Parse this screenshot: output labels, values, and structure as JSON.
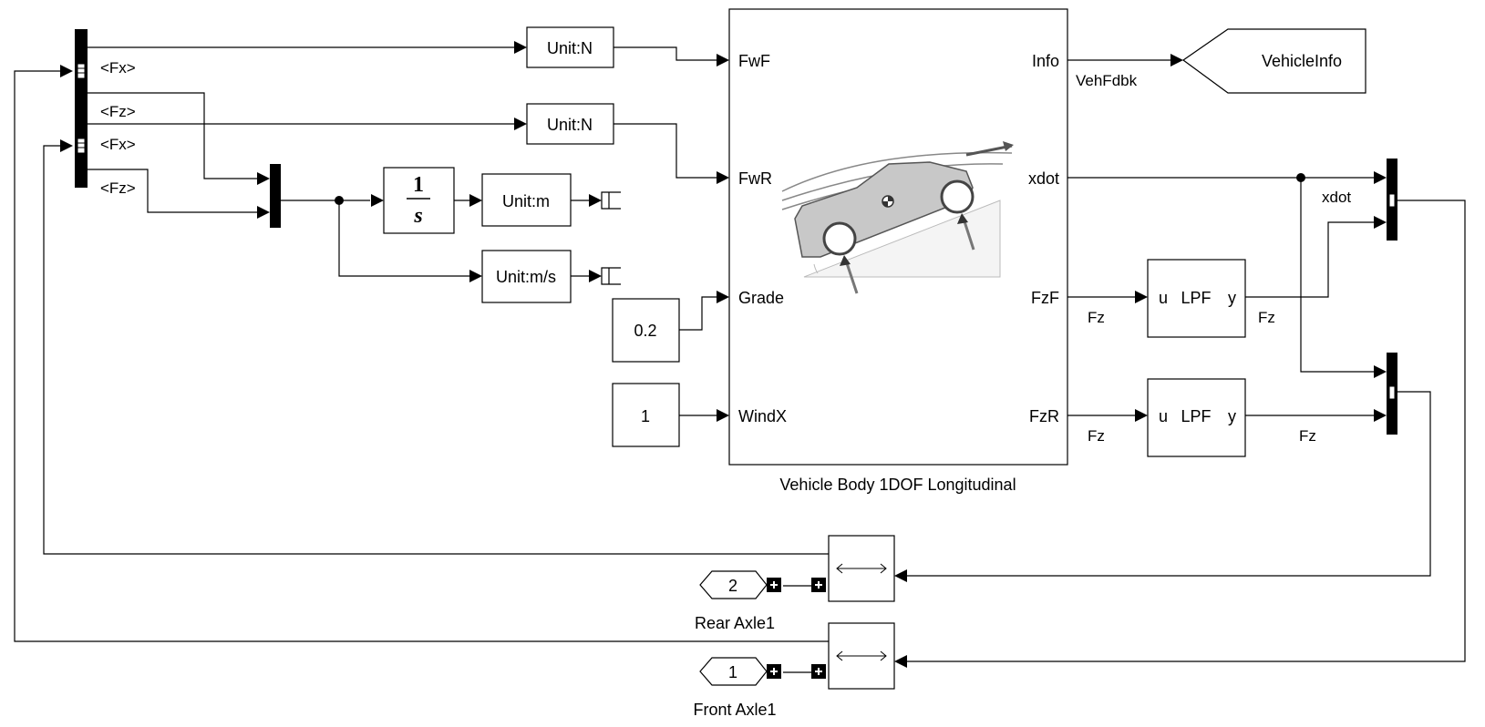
{
  "blocks": {
    "unit_fwf": "Unit:N",
    "unit_fwr": "Unit:N",
    "integrator": {
      "numerator": "1",
      "denominator": "s"
    },
    "unit_m": "Unit:m",
    "unit_ms": "Unit:m/s",
    "const_grade": "0.2",
    "const_wind": "1",
    "vehicle_info_tag": "VehicleInfo",
    "lpf_front": {
      "in": "u",
      "name": "LPF",
      "out": "y"
    },
    "lpf_rear": {
      "in": "u",
      "name": "LPF",
      "out": "y"
    },
    "rear_port": "2",
    "front_port": "1",
    "rear_label": "Rear Axle1",
    "front_label": "Front Axle1"
  },
  "vehicle_body": {
    "title": "Vehicle Body 1DOF Longitudinal",
    "inputs": [
      "FwF",
      "FwR",
      "Grade",
      "WindX"
    ],
    "outputs": [
      "Info",
      "xdot",
      "FzF",
      "FzR"
    ]
  },
  "signals": {
    "bus_fx_1": "<Fx>",
    "bus_fz_1": "<Fz>",
    "bus_fx_2": "<Fx>",
    "bus_fz_2": "<Fz>",
    "veh_fdbk": "VehFdbk",
    "xdot": "xdot",
    "fz_front_out": "Fz",
    "fz_front_lpf": "Fz",
    "fz_rear_out": "Fz",
    "fz_rear_lpf": "Fz"
  }
}
